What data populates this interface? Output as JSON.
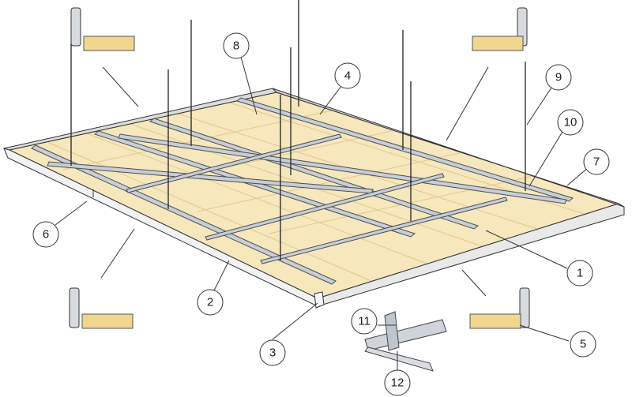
{
  "colors": {
    "panel": "#f6e7bd",
    "panel_edge": "#e7d197",
    "frame": "#f2f2f2",
    "frame_stroke": "#333333",
    "profile": "#c9ced4",
    "profile_stroke": "#4a4f55",
    "wire": "#222222",
    "callout_fill": "#ffffff",
    "callout_stroke": "#333333"
  },
  "callouts": [
    {
      "id": "c1",
      "label": "1"
    },
    {
      "id": "c2",
      "label": "2"
    },
    {
      "id": "c3",
      "label": "3"
    },
    {
      "id": "c4",
      "label": "4"
    },
    {
      "id": "c5",
      "label": "5"
    },
    {
      "id": "c6",
      "label": "6"
    },
    {
      "id": "c7",
      "label": "7"
    },
    {
      "id": "c8",
      "label": "8"
    },
    {
      "id": "c9",
      "label": "9"
    },
    {
      "id": "c10",
      "label": "10"
    },
    {
      "id": "c11",
      "label": "11"
    },
    {
      "id": "c12",
      "label": "12"
    }
  ]
}
